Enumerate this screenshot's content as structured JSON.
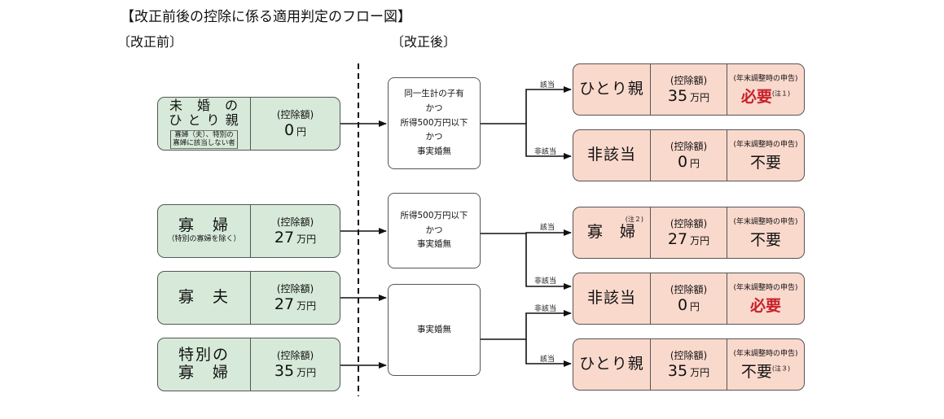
{
  "title": "【改正前後の控除に係る適用判定のフロー図】",
  "before_label": "〔改正前〕",
  "after_label": "〔改正後〕",
  "amount_label": "(控除額)",
  "nencho_label": "(年末調整時の申告)",
  "left_boxes": [
    {
      "name_lines": [
        "未　婚　の",
        "ひ と り 親"
      ],
      "sub_lines": [
        "寡婦（夫）、特別の",
        "寡婦に該当しない者"
      ],
      "amount": "0",
      "unit": "円"
    },
    {
      "name_lines": [
        "寡　婦"
      ],
      "sub_lines": [
        "（特別の寡婦を除く）"
      ],
      "amount": "27",
      "unit": "万円"
    },
    {
      "name_lines": [
        "寡　夫"
      ],
      "sub_lines": [],
      "amount": "27",
      "unit": "万円"
    },
    {
      "name_lines": [
        "特別の",
        "寡　婦"
      ],
      "sub_lines": [],
      "amount": "35",
      "unit": "万円"
    }
  ],
  "conditions": [
    {
      "lines": [
        "同一生計の子有",
        "かつ",
        "所得500万円以下",
        "かつ",
        "事実婚無"
      ]
    },
    {
      "lines": [
        "所得500万円以下",
        "かつ",
        "事実婚無"
      ]
    },
    {
      "lines": [
        "事実婚無"
      ]
    }
  ],
  "branch_labels": {
    "b1": "該当",
    "b2": "非該当",
    "b3": "該当",
    "b4": "非該当",
    "b5": "非該当",
    "b6": "該当"
  },
  "right_boxes": [
    {
      "name": "ひとり親",
      "name_note": "",
      "amount": "35",
      "unit": "万円",
      "need": "必要",
      "need_red": true,
      "need_note": "(注１)"
    },
    {
      "name": "非該当",
      "name_note": "",
      "amount": "0",
      "unit": "円",
      "need": "不要",
      "need_red": false,
      "need_note": ""
    },
    {
      "name": "寡　婦",
      "name_note": "(注２)",
      "amount": "27",
      "unit": "万円",
      "need": "不要",
      "need_red": false,
      "need_note": ""
    },
    {
      "name": "非該当",
      "name_note": "",
      "amount": "0",
      "unit": "円",
      "need": "必要",
      "need_red": true,
      "need_note": ""
    },
    {
      "name": "ひとり親",
      "name_note": "",
      "amount": "35",
      "unit": "万円",
      "need": "不要",
      "need_red": false,
      "need_note": "(注３)"
    }
  ],
  "colors": {
    "green": "#d7ead9",
    "pink": "#fad9cd",
    "red": "#c8202a",
    "line": "#111111"
  }
}
